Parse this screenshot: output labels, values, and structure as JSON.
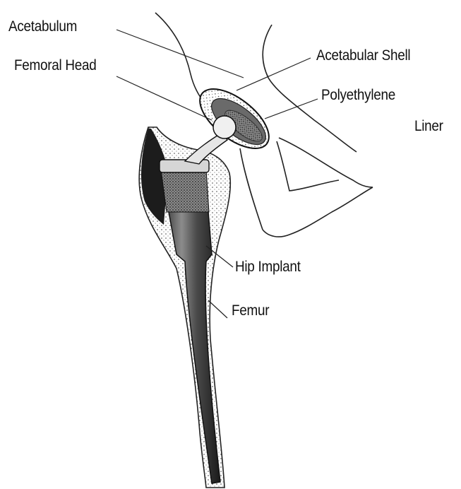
{
  "labels": {
    "acetabulum": "Acetabulum",
    "femoral_head": "Femoral Head",
    "acetabular_shell": "Acetabular Shell",
    "polyethylene": "Polyethylene",
    "liner": "Liner",
    "hip_implant": "Hip Implant",
    "femur": "Femur"
  },
  "colors": {
    "ink": "#111111",
    "bone_shadow": "#3a3a3a",
    "background": "#ffffff"
  }
}
